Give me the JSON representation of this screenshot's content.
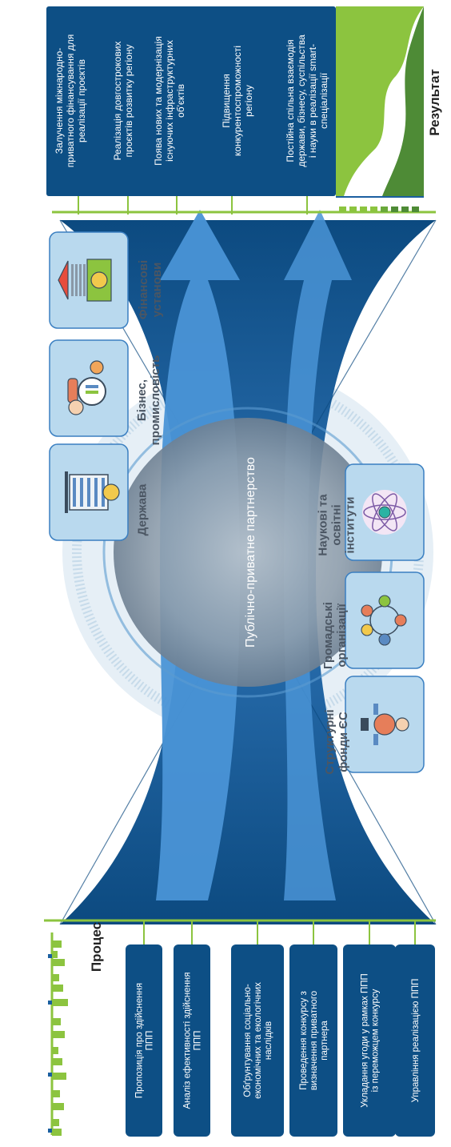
{
  "center_title": "Публічно-приватне партнерство",
  "process": {
    "heading": "Процес",
    "steps": [
      {
        "lines": [
          "Пропозиція про здійснення",
          "ППП"
        ]
      },
      {
        "lines": [
          "Аналіз ефективності здійснення",
          "ППП"
        ]
      },
      {
        "lines": [
          "Обґрунтування соціально-",
          "економічних та екологічних",
          "наслідків"
        ]
      },
      {
        "lines": [
          "Проведення конкурсу з",
          "визначення приватного",
          "партнера"
        ]
      },
      {
        "lines": [
          "Укладання угоди у рамках ППП",
          "із переможцем конкурсу"
        ]
      },
      {
        "lines": [
          "Управління реалізацією ППП"
        ]
      }
    ]
  },
  "result": {
    "heading": "Результат",
    "items": [
      {
        "lines": [
          "Залучення міжнародно-",
          "приватного фінансування для",
          "реалізації проєктів"
        ]
      },
      {
        "lines": [
          "Реалізація довгострокових",
          "проєктів розвитку регіону"
        ]
      },
      {
        "lines": [
          "Поява нових та модернізація",
          "існуючих інфраструктурних",
          "об'єктів"
        ]
      },
      {
        "lines": [
          "Підвищення",
          "конкурентоспроможності",
          "регіону"
        ]
      },
      {
        "lines": [
          "Постійна спільна взаємодія",
          "держави, бізнесу, суспільства",
          "і науки в реалізації smart-",
          "спеціалізації"
        ]
      }
    ]
  },
  "stakeholders": [
    {
      "lines": [
        "Держава"
      ],
      "icon": "government-building-icon"
    },
    {
      "lines": [
        "Бізнес,",
        "промисловість"
      ],
      "icon": "business-analytics-icon"
    },
    {
      "lines": [
        "Фінансові",
        "установи"
      ],
      "icon": "bank-money-icon"
    },
    {
      "lines": [
        "Структурні",
        "фонди ЄС"
      ],
      "icon": "funding-person-icon"
    },
    {
      "lines": [
        "Громадські",
        "організації"
      ],
      "icon": "community-people-icon"
    },
    {
      "lines": [
        "Наукові та",
        "освітні",
        "інститути"
      ],
      "icon": "atom-science-icon"
    }
  ],
  "colors": {
    "navy": "#0d4f85",
    "deep_blue": "#1b5fa0",
    "light_arrow": "#4a94d6",
    "green": "#8cc43f",
    "dark_green": "#4e8b36",
    "card": "#b9d9ee"
  }
}
